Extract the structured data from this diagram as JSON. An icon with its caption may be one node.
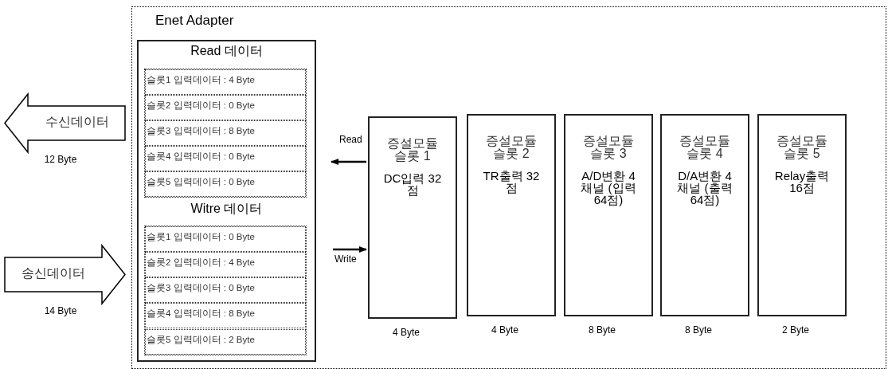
{
  "diagram": {
    "nodes": [
      {
        "text": [
          "Enet Adapter"
        ]
      },
      {
        "text": [
          "Read 데이터",
          "Witre 데이터"
        ],
        "in": 0
      },
      {
        "text": [
          "슬롯1 입력데이터 : 4 Byte"
        ],
        "in": 1
      },
      {
        "text": [
          "슬롯2 입력데이터 : 0 Byte"
        ],
        "in": 1
      },
      {
        "text": [
          "슬롯3 입력데이터 : 8 Byte"
        ],
        "in": 1
      },
      {
        "text": [
          "슬롯4 입력데이터 : 0 Byte"
        ],
        "in": 1
      },
      {
        "text": [
          "슬롯5 입력데이터 : 0 Byte"
        ],
        "in": 1
      },
      {
        "text": [
          "슬롯1 입력데이터 : 0 Byte"
        ],
        "in": 1
      },
      {
        "text": [
          "슬롯2 입력데이터 : 4 Byte"
        ],
        "in": 1
      },
      {
        "text": [
          "슬롯3 입력데이터 : 0 Byte"
        ],
        "in": 1
      },
      {
        "text": [
          "슬롯4 입력데이터 : 8 Byte"
        ],
        "in": 1
      },
      {
        "text": [
          "슬롯5 입력데이터 : 2 Byte"
        ],
        "in": 1
      },
      {
        "text": [
          "수신데이터"
        ],
        "beside": [
          "12 Byte"
        ]
      },
      {
        "text": [
          "송신데이터"
        ],
        "beside": [
          "14 Byte"
        ]
      },
      {
        "text": [
          "증설모듈 슬롯 1",
          "DC입력 32점"
        ],
        "in": 0,
        "beside": [
          "4 Byte"
        ]
      },
      {
        "text": [
          "증설모듈 슬롯 2",
          "TR출력 32점"
        ],
        "in": 0,
        "beside": [
          "4 Byte"
        ]
      },
      {
        "text": [
          "증설모듈 슬롯 3",
          "A/D변환 4채널 (입력64점)"
        ],
        "in": 0,
        "beside": [
          "8 Byte"
        ]
      },
      {
        "text": [
          "증설모듈 슬롯 4",
          "D/A변환 4채널 (출력64점)"
        ],
        "in": 0,
        "beside": [
          "8 Byte"
        ]
      },
      {
        "text": [
          "증설모듈 슬롯 5",
          "Relay출력 16점"
        ],
        "in": 0,
        "beside": [
          "2 Byte"
        ]
      }
    ],
    "edges": [
      {
        "from": 14,
        "to": 1,
        "arrow": "to",
        "label": "Read"
      },
      {
        "from": 1,
        "to": 14,
        "arrow": "to",
        "label": "Write"
      }
    ]
  }
}
